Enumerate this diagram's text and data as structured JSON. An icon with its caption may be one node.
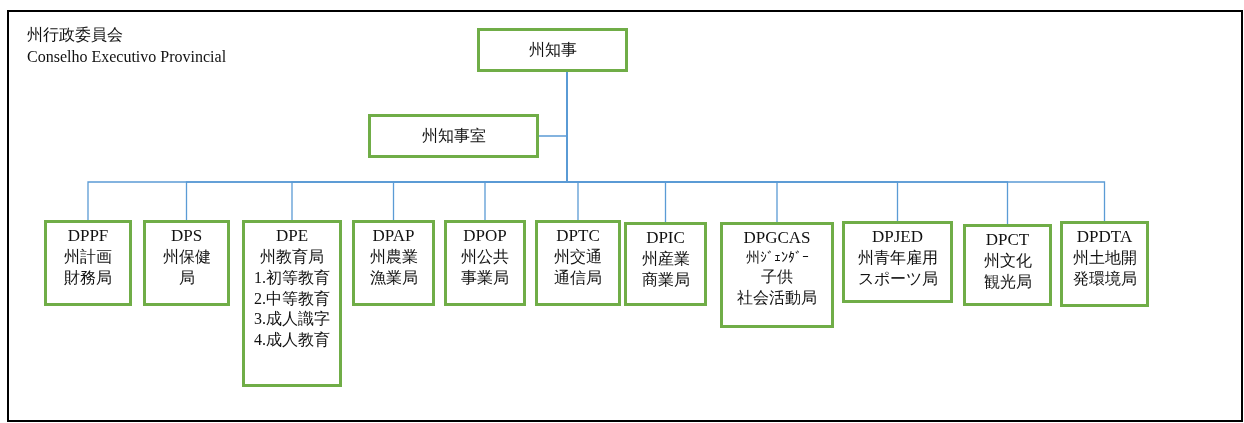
{
  "diagram": {
    "nodes": [
      {
        "text": [
          "州行政委員会",
          "Conselho Executivo Provincial"
        ]
      },
      {
        "text": [
          "州知事"
        ],
        "in": 0
      },
      {
        "text": [
          "州知事室"
        ],
        "in": 0
      },
      {
        "text": [
          "DPPF",
          "州計画財務局"
        ],
        "in": 0
      },
      {
        "text": [
          "DPS",
          "州保健局"
        ],
        "in": 0
      },
      {
        "text": [
          "DPE",
          "州教育局",
          "1.初等教育",
          "2.中等教育",
          "3.成人識字",
          "4.成人教育"
        ],
        "in": 0
      },
      {
        "text": [
          "DPAP",
          "州農業漁業局"
        ],
        "in": 0
      },
      {
        "text": [
          "DPOP",
          "州公共事業局"
        ],
        "in": 0
      },
      {
        "text": [
          "DPTC",
          "州交通通信局"
        ],
        "in": 0
      },
      {
        "text": [
          "DPIC",
          "州産業商業局"
        ],
        "in": 0
      },
      {
        "text": [
          "DPGCAS",
          "州ｼﾞｪﾝﾀﾞｰ",
          "子供",
          "社会活動局"
        ],
        "in": 0
      },
      {
        "text": [
          "DPJED",
          "州青年雇用スポーツ局"
        ],
        "in": 0
      },
      {
        "text": [
          "DPCT",
          "州文化観光局"
        ],
        "in": 0
      },
      {
        "text": [
          "DPDTA",
          "州土地開発環境局"
        ],
        "in": 0
      }
    ],
    "edges": [
      {
        "from": 1,
        "to": 2,
        "arrow": "none"
      },
      {
        "from": 1,
        "to": 3,
        "arrow": "none"
      },
      {
        "from": 1,
        "to": 4,
        "arrow": "none"
      },
      {
        "from": 1,
        "to": 5,
        "arrow": "none"
      },
      {
        "from": 1,
        "to": 6,
        "arrow": "none"
      },
      {
        "from": 1,
        "to": 7,
        "arrow": "none"
      },
      {
        "from": 1,
        "to": 8,
        "arrow": "none"
      },
      {
        "from": 1,
        "to": 9,
        "arrow": "none"
      },
      {
        "from": 1,
        "to": 10,
        "arrow": "none"
      },
      {
        "from": 1,
        "to": 11,
        "arrow": "none"
      },
      {
        "from": 1,
        "to": 12,
        "arrow": "none"
      },
      {
        "from": 1,
        "to": 13,
        "arrow": "none"
      }
    ]
  }
}
